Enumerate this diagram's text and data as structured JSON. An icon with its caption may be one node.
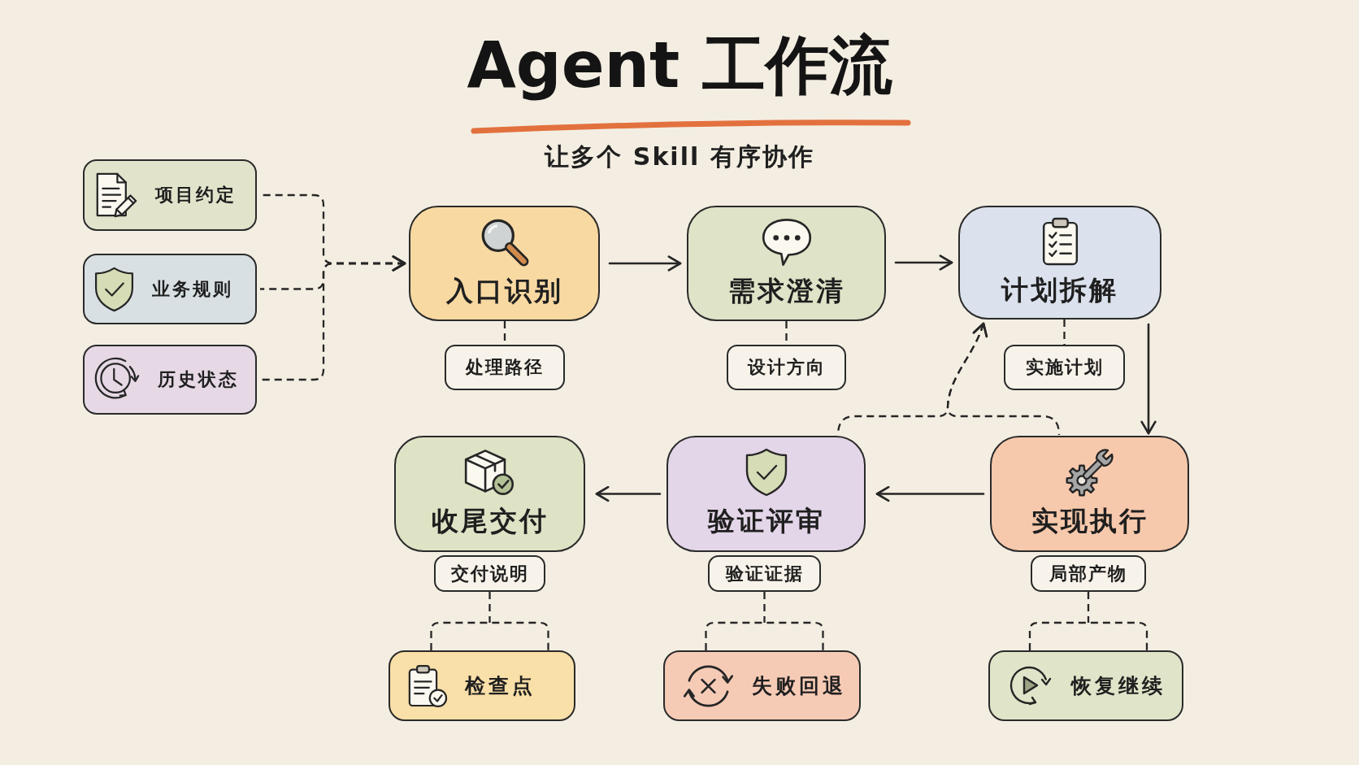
{
  "diagram": {
    "title": "Agent 工作流",
    "nodes": [
      {
        "text": [
          "项目约定"
        ]
      },
      {
        "text": [
          "业务规则"
        ]
      },
      {
        "text": [
          "历史状态"
        ]
      },
      {
        "text": [
          "入口识别"
        ]
      },
      {
        "text": [
          "需求澄清"
        ]
      },
      {
        "text": [
          "计划拆解"
        ]
      },
      {
        "text": [
          "处理路径"
        ]
      },
      {
        "text": [
          "设计方向"
        ]
      },
      {
        "text": [
          "实施计划"
        ]
      },
      {
        "text": [
          "收尾交付"
        ]
      },
      {
        "text": [
          "验证评审"
        ]
      },
      {
        "text": [
          "实现执行"
        ]
      },
      {
        "text": [
          "交付说明"
        ]
      },
      {
        "text": [
          "验证证据"
        ]
      },
      {
        "text": [
          "局部产物"
        ]
      },
      {
        "text": [
          "检查点"
        ]
      },
      {
        "text": [
          "失败回退"
        ]
      },
      {
        "text": [
          "恢复继续"
        ]
      }
    ],
    "edges": [
      {
        "from": 0,
        "to": 3,
        "arrow": "to",
        "style": "dashed"
      },
      {
        "from": 1,
        "to": 3,
        "arrow": "to",
        "style": "dashed"
      },
      {
        "from": 2,
        "to": 3,
        "arrow": "to",
        "style": "dashed"
      },
      {
        "from": 3,
        "to": 4,
        "arrow": "to"
      },
      {
        "from": 4,
        "to": 5,
        "arrow": "to"
      },
      {
        "from": 5,
        "to": 11,
        "arrow": "to"
      },
      {
        "from": 11,
        "to": 10,
        "arrow": "to"
      },
      {
        "from": 10,
        "to": 9,
        "arrow": "to"
      },
      {
        "from": 11,
        "to": 5,
        "arrow": "to",
        "style": "dashed"
      },
      {
        "from": 10,
        "to": 5,
        "arrow": "to",
        "style": "dashed"
      },
      {
        "from": 3,
        "to": 6,
        "arrow": "none",
        "style": "dashed"
      },
      {
        "from": 4,
        "to": 7,
        "arrow": "none",
        "style": "dashed"
      },
      {
        "from": 5,
        "to": 8,
        "arrow": "none",
        "style": "dashed"
      },
      {
        "from": 12,
        "to": 15,
        "arrow": "none",
        "style": "dashed"
      },
      {
        "from": 13,
        "to": 16,
        "arrow": "none",
        "style": "dashed"
      },
      {
        "from": 14,
        "to": 17,
        "arrow": "none",
        "style": "dashed"
      }
    ],
    "labels": [
      "让多个 Skill 有序协作"
    ]
  }
}
